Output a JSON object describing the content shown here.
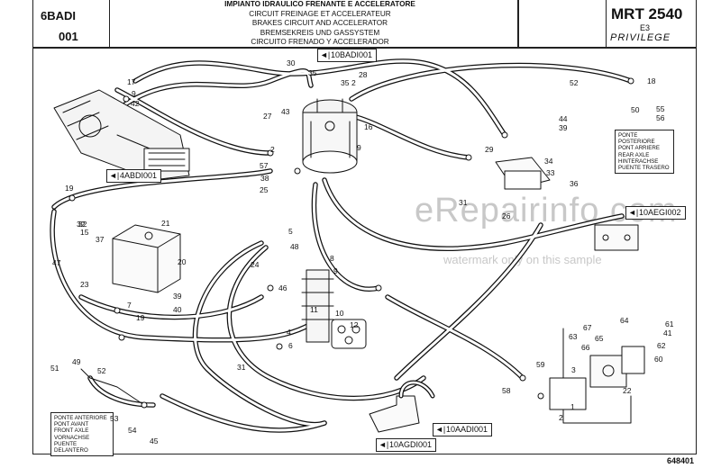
{
  "header": {
    "section_code": "6BADI",
    "sheet_number": "001",
    "title_lines": [
      "IMPIANTO IDRAULICO FRENANTE E ACCELERATORE",
      "CIRCUIT FREINAGE ET ACCELERATEUR",
      "BRAKES CIRCUIT AND ACCELERATOR",
      "BREMSEKREIS UND GASSYSTEM",
      "CIRCUITO FRENADO Y ACCELERADOR"
    ],
    "model": "MRT 2540",
    "model_variant": "E3",
    "brand": "PRIVILEGE"
  },
  "references": [
    "10BADI001",
    "4ABDI001",
    "10AEGI002",
    "10AADI001",
    "10AGDI001"
  ],
  "notes": {
    "rear_axle": [
      "PONTE POSTERIORE",
      "PONT ARRIERE",
      "REAR AXLE",
      "HINTERACHSE",
      "PUENTE TRASERO"
    ],
    "front_axle": [
      "PONTE ANTERIORE",
      "PONT AVANT",
      "FRONT AXLE",
      "VORNACHSE",
      "PUENTE DELANTERO"
    ]
  },
  "part_numbers": [
    "30",
    "35",
    "28",
    "2",
    "17",
    "9",
    "42",
    "27",
    "43",
    "35",
    "16",
    "9",
    "2",
    "32",
    "15",
    "57",
    "38",
    "25",
    "29",
    "19",
    "32",
    "37",
    "47",
    "21",
    "20",
    "23",
    "7",
    "8",
    "9",
    "48",
    "39",
    "40",
    "19",
    "24",
    "11",
    "10",
    "12",
    "31",
    "51",
    "49",
    "52",
    "53",
    "54",
    "45",
    "44",
    "39",
    "34",
    "33",
    "31",
    "36",
    "26",
    "52",
    "18",
    "55",
    "56",
    "50",
    "63",
    "60",
    "61",
    "59",
    "62",
    "2",
    "58",
    "22",
    "67",
    "64",
    "65",
    "66",
    "1",
    "3",
    "41",
    "46",
    "5",
    "4",
    "6"
  ],
  "document_number": "648401",
  "watermark": {
    "site": "eRepairinfo.com",
    "notice": "watermark only on this sample"
  }
}
